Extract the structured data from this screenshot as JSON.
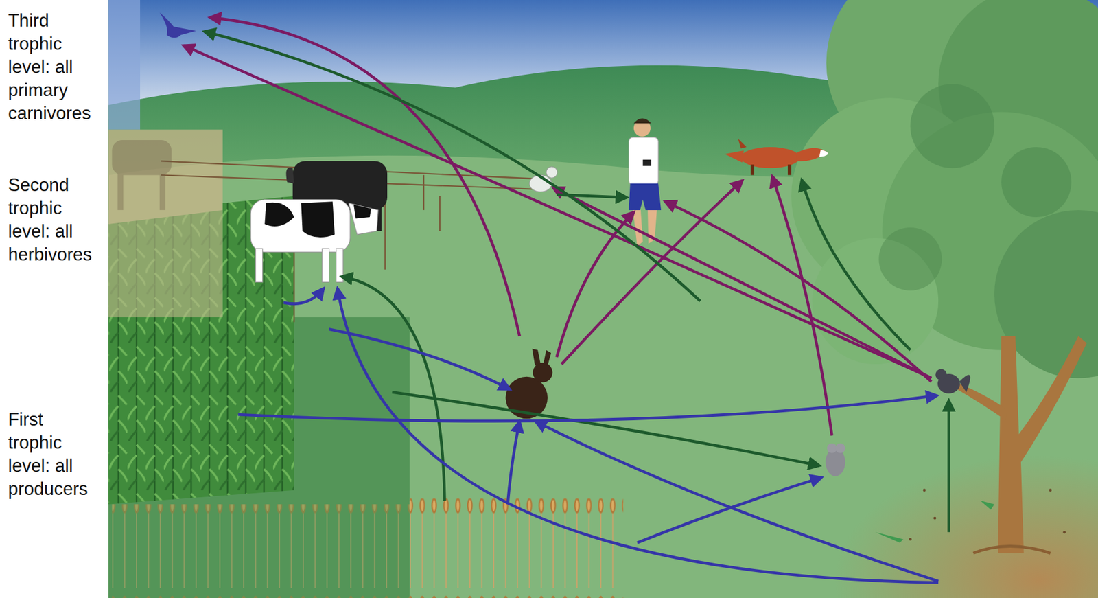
{
  "diagram": {
    "labels": [
      "Third trophic level: all primary carnivores",
      "Second trophic level: all herbivores",
      "First trophic level: all producers"
    ]
  }
}
